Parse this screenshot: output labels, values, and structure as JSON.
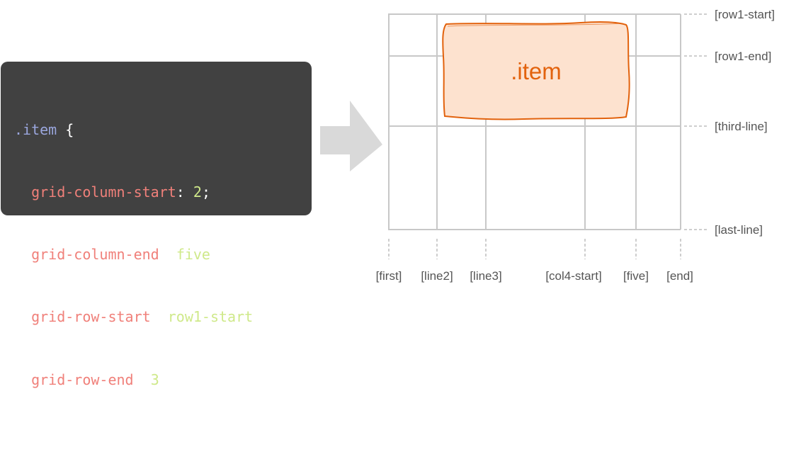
{
  "code": {
    "selector": ".item",
    "open_brace": "{",
    "close_brace": "}",
    "declarations": [
      {
        "property": "grid-column-start",
        "value": "2"
      },
      {
        "property": "grid-column-end",
        "value": "five"
      },
      {
        "property": "grid-row-start",
        "value": "row1-start"
      },
      {
        "property": "grid-row-end",
        "value": "3"
      }
    ]
  },
  "item_label": ".item",
  "row_lines": [
    "[row1-start]",
    "[row1-end]",
    "[third-line]",
    "[last-line]"
  ],
  "column_lines": [
    "[first]",
    "[line2]",
    "[line3]",
    "[col4-start]",
    "[five]",
    "[end]"
  ],
  "colors": {
    "code_background": "#414141",
    "selector": "#9aa6dd",
    "property": "#f0807a",
    "value": "#cfe98a",
    "item_fill": "#fde2cf",
    "item_stroke": "#e2620d",
    "grid_line": "#c8c8c8",
    "arrow": "#d9d9d9"
  }
}
